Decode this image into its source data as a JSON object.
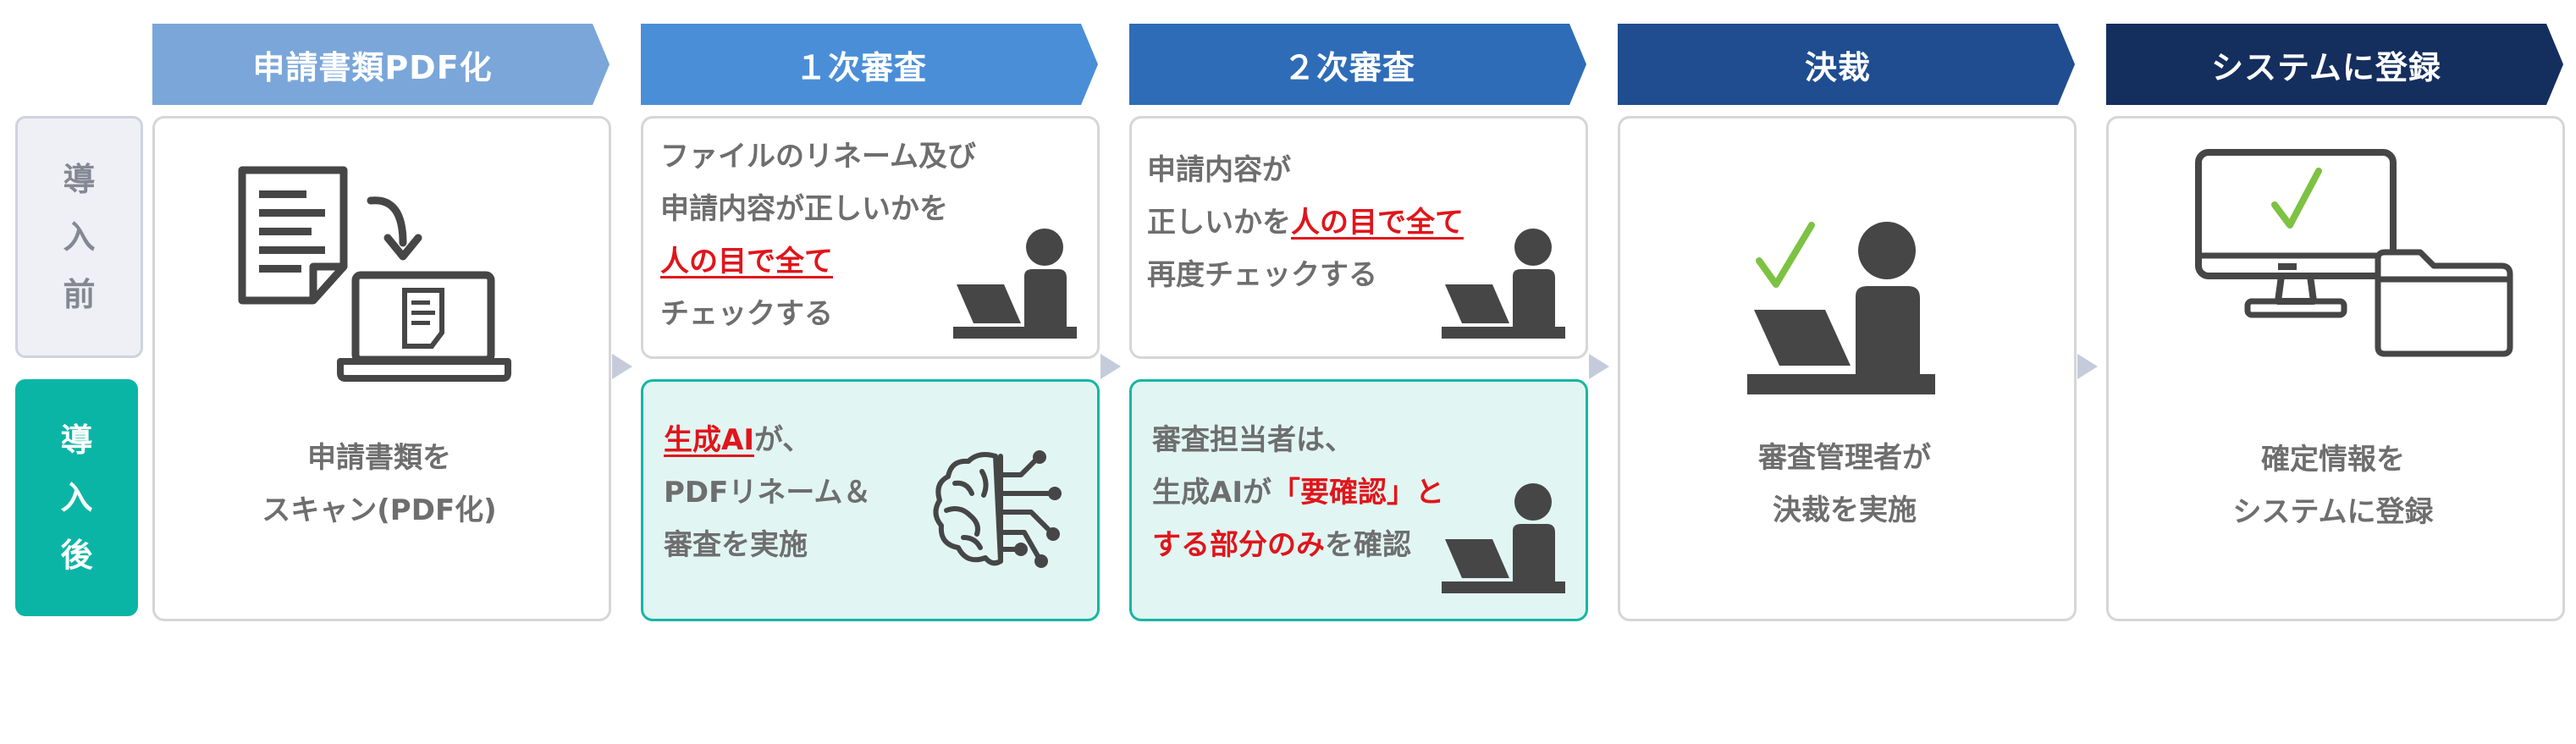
{
  "stages": [
    {
      "label": "申請書類PDF化",
      "color": "#7aa6d9"
    },
    {
      "label": "１次審査",
      "color": "#4a8ed8"
    },
    {
      "label": "２次審査",
      "color": "#2f6cb8"
    },
    {
      "label": "決裁",
      "color": "#1f4d8f"
    },
    {
      "label": "システムに登録",
      "color": "#142e5e"
    }
  ],
  "side_labels": {
    "before": [
      "導",
      "入",
      "前"
    ],
    "after": [
      "導",
      "入",
      "後"
    ]
  },
  "stage1": {
    "caption_l1": "申請書類を",
    "caption_l2": "スキャン(PDF化)"
  },
  "stage2": {
    "before_l1": "ファイルのリネーム及び",
    "before_l2": "申請内容が正しいかを",
    "before_l3_red": "人の目で全て",
    "before_l4": "チェックする",
    "after_l1_red": "生成AI",
    "after_l1_rest": "が、",
    "after_l2": "PDFリネーム＆",
    "after_l3": "審査を実施"
  },
  "stage3": {
    "before_l1": "申請内容が",
    "before_l2_a": "正しいかを",
    "before_l2_red": "人の目で全て",
    "before_l3": "再度チェックする",
    "after_l1": "審査担当者は、",
    "after_l2_a": "生成AIが",
    "after_l2_red": "「要確認」と",
    "after_l3_red": "する部分のみ",
    "after_l3_rest": "を確認"
  },
  "stage4": {
    "caption_l1": "審査管理者が",
    "caption_l2": "決裁を実施"
  },
  "stage5": {
    "caption_l1": "確定情報を",
    "caption_l2": "システムに登録"
  },
  "colors": {
    "accent_red": "#e0151b",
    "teal": "#0bb5a6",
    "check_green": "#7dc242",
    "icon_dark": "#464646",
    "text_gray": "#6e6e6e"
  }
}
